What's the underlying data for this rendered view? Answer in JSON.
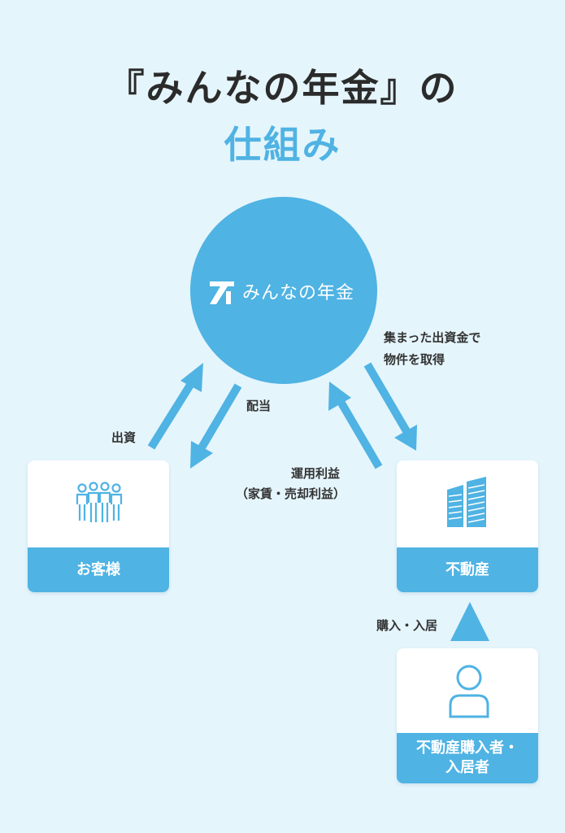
{
  "title": {
    "line1": "『みんなの年金』の",
    "line2": "仕組み"
  },
  "center": {
    "label": "みんなの年金",
    "logo_icon": "minna-no-nenkin-logo-icon"
  },
  "labels": {
    "invest": "出資",
    "dividend": "配当",
    "profit": "運用利益",
    "profit_detail": "（家賃・売却利益）",
    "acquire_line1": "集まった出資金で",
    "acquire_line2": "物件を取得",
    "purchase": "購入・入居"
  },
  "cards": {
    "customer": {
      "label": "お客様",
      "icon": "people-group-icon"
    },
    "realestate": {
      "label": "不動産",
      "icon": "buildings-icon"
    },
    "buyer": {
      "label_line1": "不動産購入者・",
      "label_line2": "入居者",
      "icon": "person-icon"
    }
  },
  "colors": {
    "accent": "#4fb3e3",
    "background": "#e5f5fc",
    "text": "#2b2b2b"
  }
}
